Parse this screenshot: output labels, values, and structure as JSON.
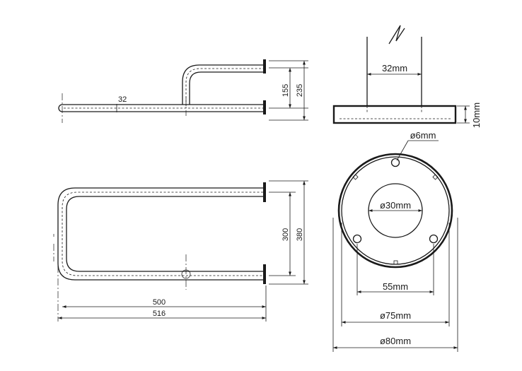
{
  "dimensions": {
    "side_tick": "32",
    "height_155": "155",
    "height_235": "235",
    "plate_width": "32mm",
    "plate_thickness": "10mm",
    "hole_dia": "ø6mm",
    "center_dia": "ø30mm",
    "hole_spacing": "55mm",
    "inner_dia": "ø75mm",
    "outer_dia": "ø80mm",
    "width_300": "300",
    "width_380": "380",
    "length_500": "500",
    "length_516": "516"
  }
}
